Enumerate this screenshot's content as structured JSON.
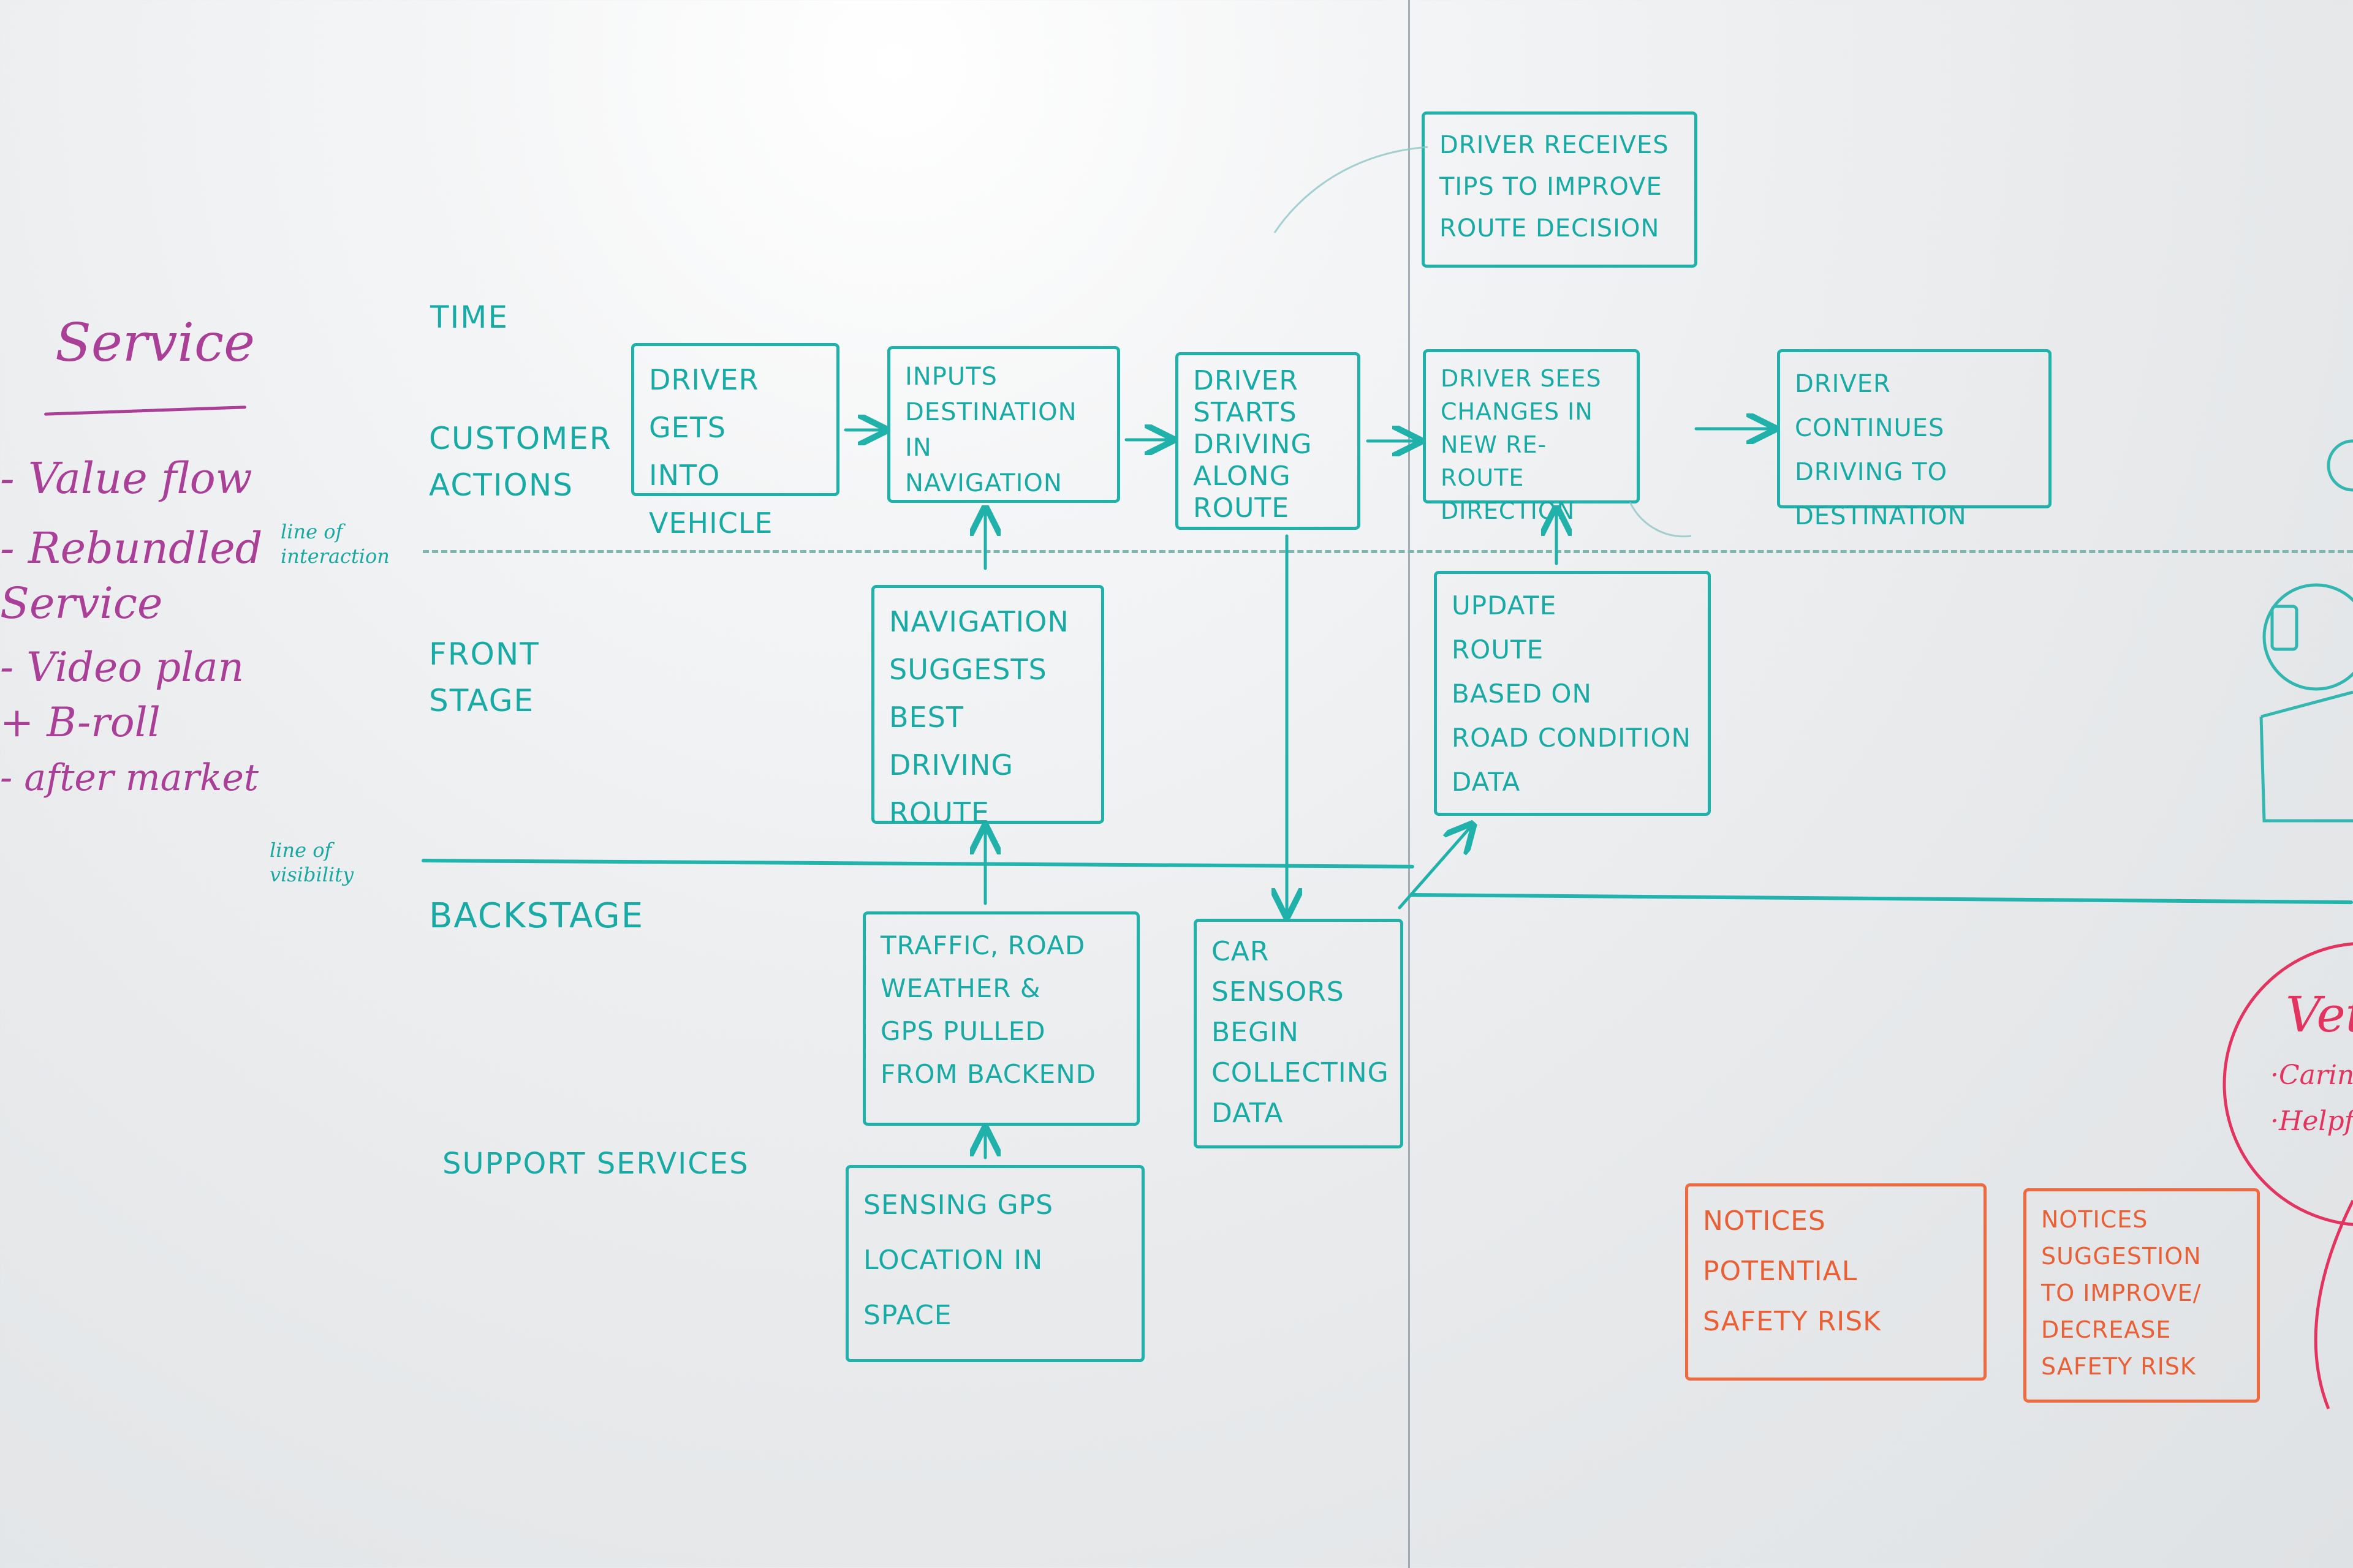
{
  "side_notes": {
    "title": "Service",
    "items": [
      "- Value flow",
      "- Rebundled\nService",
      "- Video plan\n+ B-roll",
      "- after market"
    ]
  },
  "row_labels": {
    "time": "TIME",
    "customer_actions": "CUSTOMER\nACTIONS",
    "front_stage": "FRONT\nSTAGE",
    "backstage": "BACKSTAGE",
    "support_services": "SUPPORT SERVICES"
  },
  "line_notes": {
    "interaction": "line of\ninteraction",
    "visibility": "line of\nvisibility"
  },
  "customer_actions": [
    "DRIVER GETS\nINTO\nVEHICLE",
    "INPUTS\nDESTINATION\nIN\nNAVIGATION",
    "DRIVER\nSTARTS\nDRIVING\nALONG\nROUTE",
    "DRIVER SEES\nCHANGES IN\nNEW RE-ROUTE\nDIRECTION",
    "DRIVER CONTINUES\nDRIVING TO\nDESTINATION"
  ],
  "top_note": "DRIVER RECEIVES\nTIPS TO IMPROVE\nROUTE DECISION",
  "front_stage": [
    "NAVIGATION\nSUGGESTS\nBEST DRIVING\nROUTE",
    "UPDATE\nROUTE\nBASED ON\nROAD CONDITION\nDATA"
  ],
  "backstage": [
    "TRAFFIC, ROAD\nWEATHER &\nGPS PULLED\nFROM BACKEND",
    "CAR\nSENSORS\nBEGIN\nCOLLECTING\nDATA"
  ],
  "support_services": [
    "SENSING GPS\nLOCATION IN\nSPACE"
  ],
  "orange_notes": [
    "NOTICES\nPOTENTIAL\nSAFETY RISK",
    "NOTICES\nSUGGESTION\nTO IMPROVE/\nDECREASE\nSAFETY RISK"
  ],
  "vet_note": {
    "title": "Vet",
    "items": [
      "·Caring",
      "·Helpfu"
    ]
  },
  "colors": {
    "teal": "#1fb1aa",
    "purple": "#aa3f98",
    "orange": "#ef6a3f",
    "pink": "#e3335f"
  }
}
